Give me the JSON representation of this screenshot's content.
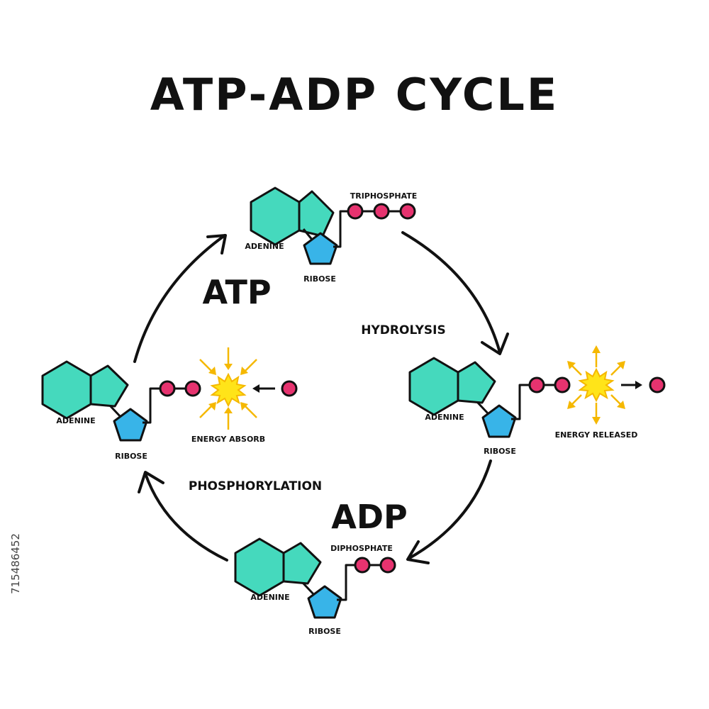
{
  "title": "ATP-ADP CYCLE",
  "labels": {
    "atp": "ATP",
    "adp": "ADP",
    "hydrolysis": "HYDROLYSIS",
    "phosphorylation": "PHOSPHORYLATION",
    "triphosphate": "TRIPHOSPHATE",
    "diphosphate": "DIPHOSPHATE",
    "adenine": "ADENINE",
    "ribose": "RIBOSE",
    "energy_absorb": "ENERGY ABSORB",
    "energy_released": "ENERGY RELEASED"
  },
  "stock_id": "715486452",
  "colors": {
    "adenine": "#45d9bd",
    "ribose": "#38b4e8",
    "phosphate": "#e6336f",
    "energy": "#ffe419",
    "energy_rays": "#f5b800",
    "outline": "#111111"
  }
}
